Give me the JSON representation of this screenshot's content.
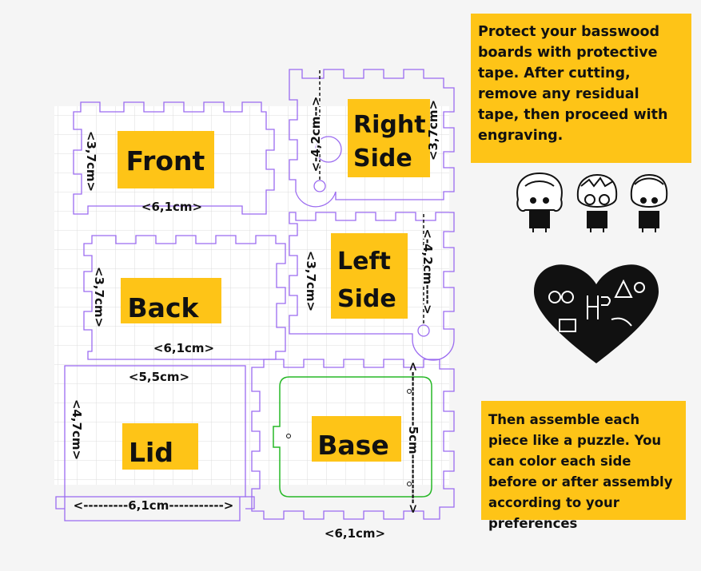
{
  "instructions": {
    "top": "Protect your basswood boards with protective tape. After cutting, remove any residual tape, then proceed with engraving.",
    "bottom": "Then assemble each piece like a puzzle. You can color each side before or after assembly according to your preferences"
  },
  "pieces": {
    "front": {
      "label": "Front",
      "height": "<3,7cm>",
      "width": "<6,1cm>"
    },
    "right_side": {
      "label_line1": "Right",
      "label_line2": "Side",
      "height": "<3,7cm>",
      "height_inner": "<-4,2cm-->"
    },
    "back": {
      "label": "Back",
      "height": "<3,7cm>",
      "width": "<6,1cm>"
    },
    "left_side": {
      "label_line1": "Left",
      "label_line2": "Side",
      "height": "<3,7cm>",
      "height_inner": "<-4,2cm---->"
    },
    "lid": {
      "label": "Lid",
      "height": "<4,7cm>",
      "width_top": "<5,5cm>",
      "width_bottom": "<---------6,1cm----------->"
    },
    "base": {
      "label": "Base",
      "height": "<-----------5cm---------->",
      "width": "<6,1cm>"
    }
  },
  "colors": {
    "cut_line": "#9b6bf0",
    "engrave_line": "#27b827",
    "label_bg": "#fec417",
    "grid": "#dcdcdc"
  },
  "decorations": [
    "chibi-characters-icon",
    "heart-emblem-icon"
  ]
}
